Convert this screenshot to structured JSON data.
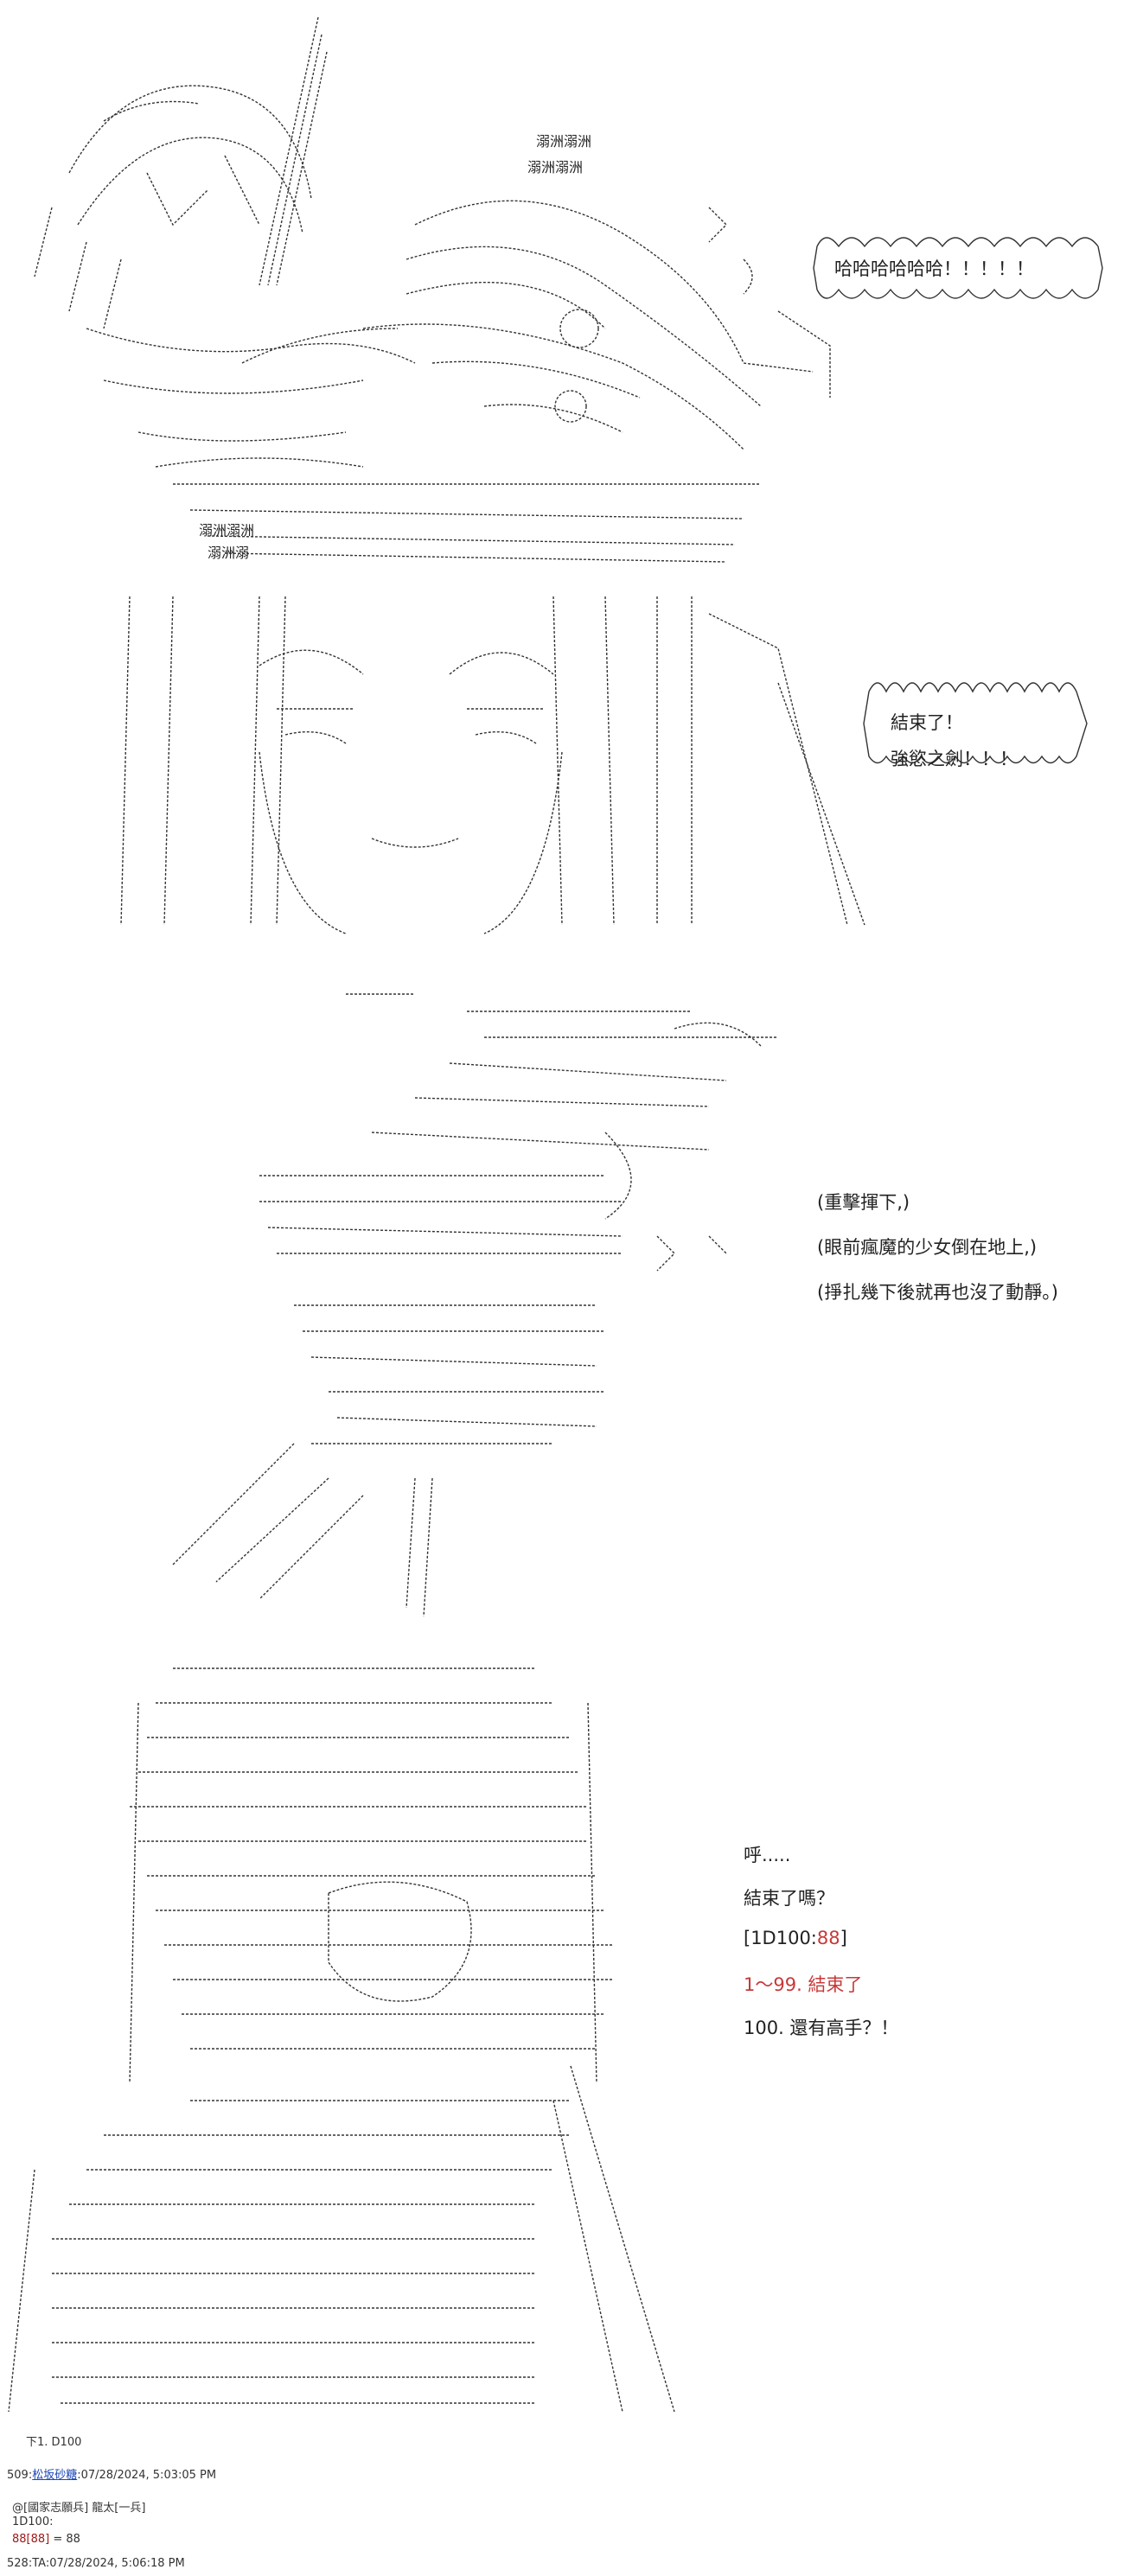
{
  "panel1": {
    "sfx_text": "溺洲溺洲",
    "sfx_text2": "溺洲溺洲",
    "sfx_text3": "溺洲溺洲",
    "sfx_text4": "溺洲溺",
    "bubble": "哈哈哈哈哈哈！！！！！"
  },
  "panel2": {
    "bubble_line1": "結束了！",
    "bubble_line2": "強慾之劍！！！"
  },
  "panel3": {
    "narration": [
      "(重擊揮下,)",
      "(眼前瘋魔的少女倒在地上,)",
      "(掙扎幾下後就再也沒了動靜。)"
    ]
  },
  "panel4": {
    "line1": "呼.....",
    "line2": "結束了嗎？",
    "dice_prefix": "[1D100:",
    "dice_value": "88",
    "dice_suffix": "]",
    "red_line": "1～99. 結束了",
    "line4": "100. 還有高手？！"
  },
  "footer": {
    "roll_note": "下1. D100",
    "post1_no": "509:",
    "post1_name": "松坂砂糖",
    "post1_date": ":07/28/2024, 5:03:05 PM",
    "reply_handle": "@[國家志願兵] 龍太[一兵]",
    "reply_cmd": "1D100:",
    "reply_result_a": "88[88]",
    "reply_result_b": " = 88",
    "post2_no": "528:",
    "post2_name": "TA",
    "post2_date": ":07/28/2024, 5:06:18 PM"
  },
  "colors": {
    "red": "#c83838",
    "link": "#1a46b8",
    "ink": "#222222"
  }
}
